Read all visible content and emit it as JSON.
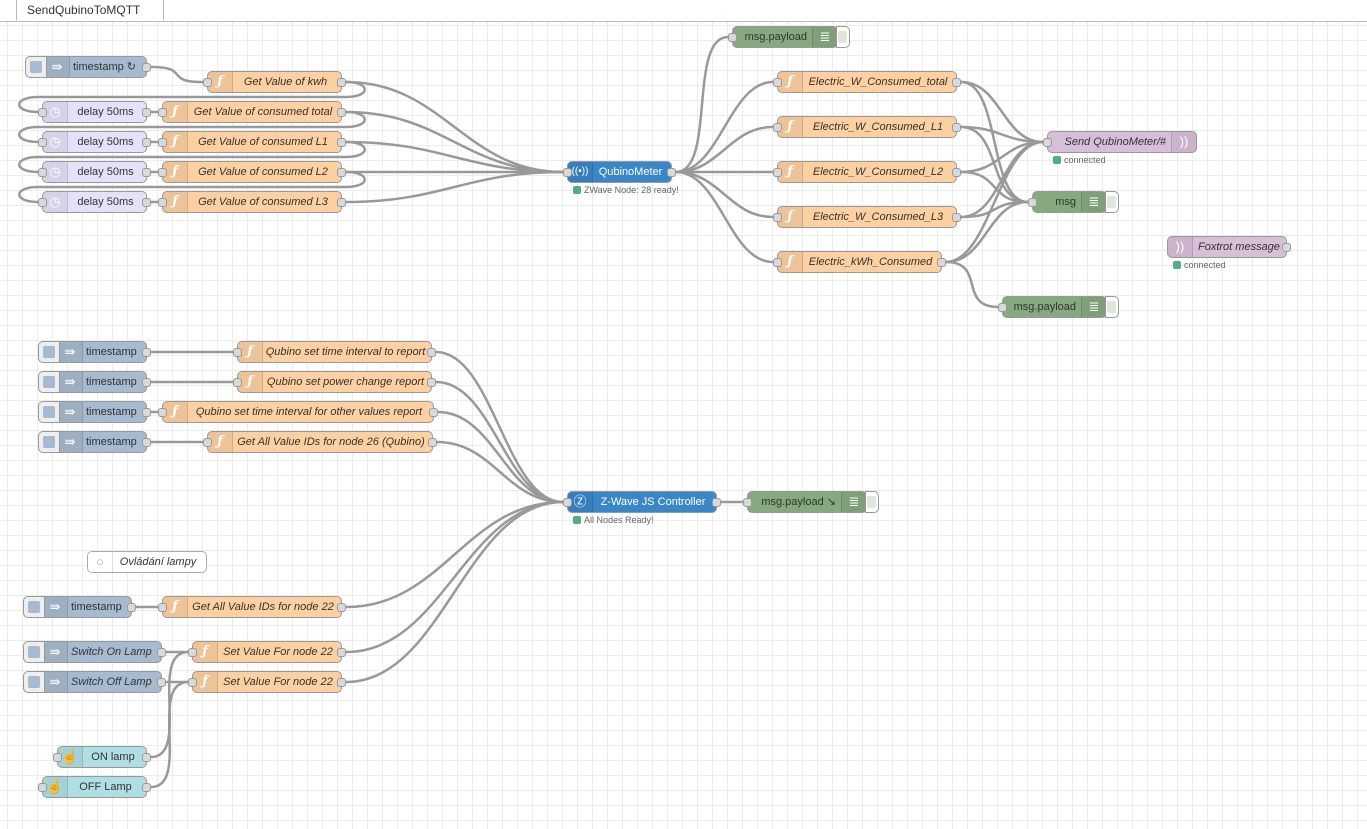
{
  "tabs": [
    {
      "label": "SendQubinoToMQTT",
      "active": true
    }
  ],
  "colors": {
    "inject": "#a6bbcf",
    "delay": "#e6e0f8",
    "function": "#fdd0a2",
    "zwave": "#3a87c8",
    "debug": "#87a980",
    "mqtt": "#d8bfd8",
    "ui_button": "#b0dfe3",
    "status_ok": "#55aa88",
    "wire": "#999999"
  },
  "nodes": {
    "inject_kwh": {
      "type": "inject",
      "label": "timestamp ↻",
      "icon": "arrow-right-icon"
    },
    "fn_kwh": {
      "type": "function",
      "label": "Get Value of kwh",
      "icon": "function-icon"
    },
    "delay1": {
      "type": "delay",
      "label": "delay 50ms",
      "icon": "timer-icon"
    },
    "fn_total": {
      "type": "function",
      "label": "Get Value of consumed total",
      "icon": "function-icon"
    },
    "delay2": {
      "type": "delay",
      "label": "delay 50ms",
      "icon": "timer-icon"
    },
    "fn_l1": {
      "type": "function",
      "label": "Get Value of consumed L1",
      "icon": "function-icon"
    },
    "delay3": {
      "type": "delay",
      "label": "delay 50ms",
      "icon": "timer-icon"
    },
    "fn_l2": {
      "type": "function",
      "label": "Get Value of consumed L2",
      "icon": "function-icon"
    },
    "delay4": {
      "type": "delay",
      "label": "delay 50ms",
      "icon": "timer-icon"
    },
    "fn_l3": {
      "type": "function",
      "label": "Get Value of consumed L3",
      "icon": "function-icon"
    },
    "qubino": {
      "type": "zwave-device",
      "label": "QubinoMeter",
      "icon": "broadcast-icon",
      "status": "ZWave Node: 28 ready!"
    },
    "dbg_top": {
      "type": "debug",
      "label": "msg.payload",
      "icon": "list-icon"
    },
    "e_total": {
      "type": "function",
      "label": "Electric_W_Consumed_total",
      "icon": "function-icon"
    },
    "e_l1": {
      "type": "function",
      "label": "Electric_W_Consumed_L1",
      "icon": "function-icon"
    },
    "e_l2": {
      "type": "function",
      "label": "Electric_W_Consumed_L2",
      "icon": "function-icon"
    },
    "e_l3": {
      "type": "function",
      "label": "Electric_W_Consumed_L3",
      "icon": "function-icon"
    },
    "e_kwh": {
      "type": "function",
      "label": "Electric_kWh_Consumed",
      "icon": "function-icon"
    },
    "mqtt_out": {
      "type": "mqtt-out",
      "label": "Send QubinoMeter/#",
      "icon": "wifi-icon",
      "status": "connected"
    },
    "dbg_msg": {
      "type": "debug",
      "label": "msg",
      "icon": "list-icon"
    },
    "dbg_kwh": {
      "type": "debug",
      "label": "msg.payload",
      "icon": "list-icon"
    },
    "mqtt_in": {
      "type": "mqtt-in",
      "label": "Foxtrot message",
      "icon": "wifi-icon",
      "status": "connected"
    },
    "inj_a": {
      "type": "inject",
      "label": "timestamp",
      "icon": "arrow-right-icon"
    },
    "fn_a": {
      "type": "function",
      "label": "Qubino set time interval to report",
      "icon": "function-icon"
    },
    "inj_b": {
      "type": "inject",
      "label": "timestamp",
      "icon": "arrow-right-icon"
    },
    "fn_b": {
      "type": "function",
      "label": "Qubino set power change report",
      "icon": "function-icon"
    },
    "inj_c": {
      "type": "inject",
      "label": "timestamp",
      "icon": "arrow-right-icon"
    },
    "fn_c": {
      "type": "function",
      "label": "Qubino set time interval for other values report",
      "icon": "function-icon"
    },
    "inj_d": {
      "type": "inject",
      "label": "timestamp",
      "icon": "arrow-right-icon"
    },
    "fn_d": {
      "type": "function",
      "label": "Get All Value IDs for node 26 (Qubino)",
      "icon": "function-icon"
    },
    "controller": {
      "type": "zwave-controller",
      "label": "Z-Wave JS Controller",
      "icon": "zwave-icon",
      "status": "All Nodes Ready!"
    },
    "dbg_ctrl": {
      "type": "debug",
      "label": "msg.payload ↘",
      "icon": "list-icon"
    },
    "comment": {
      "type": "comment",
      "label": "Ovládání lampy",
      "icon": "comment-icon"
    },
    "inj_e": {
      "type": "inject",
      "label": "timestamp",
      "icon": "arrow-right-icon"
    },
    "fn_e": {
      "type": "function",
      "label": "Get All Value IDs for node 22",
      "icon": "function-icon"
    },
    "inj_on": {
      "type": "inject",
      "label": "Switch On Lamp",
      "icon": "arrow-right-icon"
    },
    "fn_on": {
      "type": "function",
      "label": "Set Value For node 22",
      "icon": "function-icon"
    },
    "inj_off": {
      "type": "inject",
      "label": "Switch Off Lamp",
      "icon": "arrow-right-icon"
    },
    "fn_off": {
      "type": "function",
      "label": "Set Value For node 22",
      "icon": "function-icon"
    },
    "btn_on": {
      "type": "ui-button",
      "label": "ON lamp",
      "icon": "hand-pointer-icon"
    },
    "btn_off": {
      "type": "ui-button",
      "label": "OFF Lamp",
      "icon": "hand-pointer-icon"
    }
  },
  "wires": [
    [
      "inject_kwh",
      "fn_kwh"
    ],
    [
      "fn_kwh",
      "qubino"
    ],
    [
      "fn_kwh",
      "delay1"
    ],
    [
      "delay1",
      "fn_total"
    ],
    [
      "fn_total",
      "qubino"
    ],
    [
      "fn_total",
      "delay2"
    ],
    [
      "delay2",
      "fn_l1"
    ],
    [
      "fn_l1",
      "qubino"
    ],
    [
      "fn_l1",
      "delay3"
    ],
    [
      "delay3",
      "fn_l2"
    ],
    [
      "fn_l2",
      "qubino"
    ],
    [
      "fn_l2",
      "delay4"
    ],
    [
      "delay4",
      "fn_l3"
    ],
    [
      "fn_l3",
      "qubino"
    ],
    [
      "qubino",
      "dbg_top"
    ],
    [
      "qubino",
      "e_total"
    ],
    [
      "qubino",
      "e_l1"
    ],
    [
      "qubino",
      "e_l2"
    ],
    [
      "qubino",
      "e_l3"
    ],
    [
      "qubino",
      "e_kwh"
    ],
    [
      "e_total",
      "mqtt_out"
    ],
    [
      "e_total",
      "dbg_msg"
    ],
    [
      "e_l1",
      "mqtt_out"
    ],
    [
      "e_l1",
      "dbg_msg"
    ],
    [
      "e_l2",
      "mqtt_out"
    ],
    [
      "e_l2",
      "dbg_msg"
    ],
    [
      "e_l3",
      "mqtt_out"
    ],
    [
      "e_l3",
      "dbg_msg"
    ],
    [
      "e_kwh",
      "mqtt_out"
    ],
    [
      "e_kwh",
      "dbg_msg"
    ],
    [
      "e_kwh",
      "dbg_kwh"
    ],
    [
      "inj_a",
      "fn_a"
    ],
    [
      "inj_b",
      "fn_b"
    ],
    [
      "inj_c",
      "fn_c"
    ],
    [
      "inj_d",
      "fn_d"
    ],
    [
      "fn_a",
      "controller"
    ],
    [
      "fn_b",
      "controller"
    ],
    [
      "fn_c",
      "controller"
    ],
    [
      "fn_d",
      "controller"
    ],
    [
      "fn_e",
      "controller"
    ],
    [
      "fn_on",
      "controller"
    ],
    [
      "fn_off",
      "controller"
    ],
    [
      "controller",
      "dbg_ctrl"
    ],
    [
      "inj_e",
      "fn_e"
    ],
    [
      "inj_on",
      "fn_on"
    ],
    [
      "inj_off",
      "fn_off"
    ],
    [
      "btn_on",
      "fn_on"
    ],
    [
      "btn_off",
      "fn_off"
    ]
  ]
}
